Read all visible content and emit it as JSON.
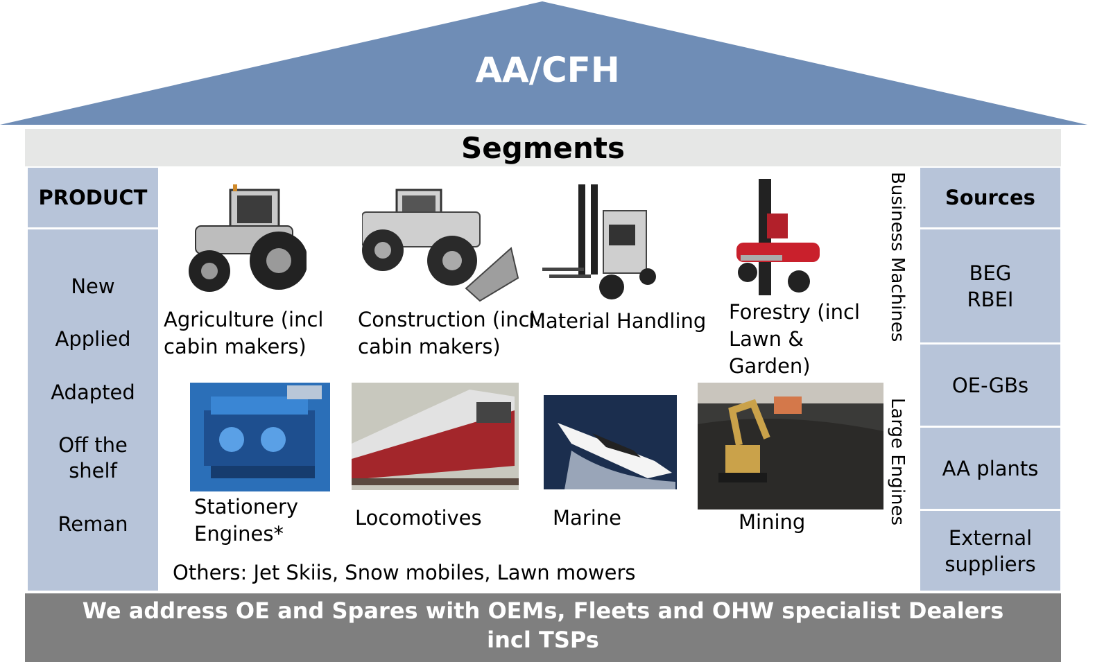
{
  "roof": {
    "title": "AA/CFH",
    "color": "#6f8db6"
  },
  "segments_header": "Segments",
  "product": {
    "header": "PRODUCT",
    "items": [
      "New",
      "Applied",
      "Adapted",
      "Off the shelf",
      "Reman"
    ]
  },
  "sources": {
    "header": "Sources",
    "items": [
      "BEG RBEI",
      "OE-GBs",
      "AA plants",
      "External suppliers"
    ]
  },
  "business_machines": {
    "group_label": "Business Machines",
    "items": [
      {
        "label": "Agriculture (incl cabin makers)",
        "icon": "tractor-image"
      },
      {
        "label": "Construction (incl. cabin makers)",
        "icon": "wheel-loader-image"
      },
      {
        "label": "Material Handling",
        "icon": "forklift-image"
      },
      {
        "label": "Forestry (incl Lawn & Garden)",
        "icon": "log-splitter-image"
      }
    ]
  },
  "large_engines": {
    "group_label": "Large Engines",
    "items": [
      {
        "label": "Stationery Engines*",
        "icon": "stationary-engine-image"
      },
      {
        "label": "Locomotives",
        "icon": "locomotive-image"
      },
      {
        "label": "Marine",
        "icon": "motor-yacht-image"
      },
      {
        "label": "Mining",
        "icon": "excavator-mine-image"
      }
    ]
  },
  "others": "Others: Jet Skiis, Snow mobiles, Lawn mowers",
  "footer": "We address OE and Spares with OEMs, Fleets and OHW specialist Dealers incl TSPs",
  "colors": {
    "panel": "#b7c4d9",
    "segbar": "#e6e7e6",
    "footer": "#7f7f7f"
  }
}
